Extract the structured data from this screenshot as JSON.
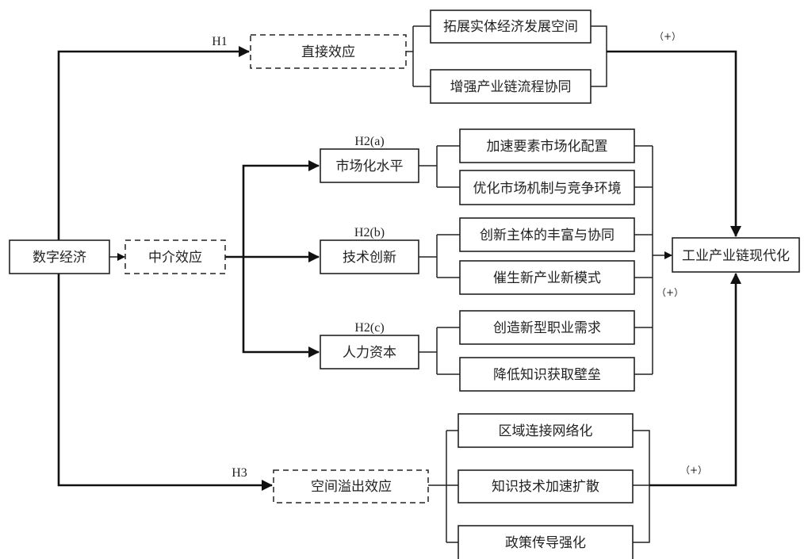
{
  "diagram": {
    "source": "数字经济",
    "target": "工业产业链现代化",
    "paths": [
      {
        "id": "H1",
        "label": "H1",
        "effect": "直接效应",
        "style": "dashed",
        "sign": "（+）",
        "mechanisms": [
          "拓展实体经济发展空间",
          "增强产业链流程协同"
        ]
      },
      {
        "id": "H2",
        "effect": "中介效应",
        "style": "dashed",
        "sign": "（+）",
        "mediators": [
          {
            "label": "H2(a)",
            "name": "市场化水平",
            "mechanisms": [
              "加速要素市场化配置",
              "优化市场机制与竞争环境"
            ]
          },
          {
            "label": "H2(b)",
            "name": "技术创新",
            "mechanisms": [
              "创新主体的丰富与协同",
              "催生新产业新模式"
            ]
          },
          {
            "label": "H2(c)",
            "name": "人力资本",
            "mechanisms": [
              "创造新型职业需求",
              "降低知识获取壁垒"
            ]
          }
        ]
      },
      {
        "id": "H3",
        "label": "H3",
        "effect": "空间溢出效应",
        "style": "dashed",
        "sign": "（+）",
        "mechanisms": [
          "区域连接网络化",
          "知识技术加速扩散",
          "政策传导强化"
        ]
      }
    ]
  }
}
